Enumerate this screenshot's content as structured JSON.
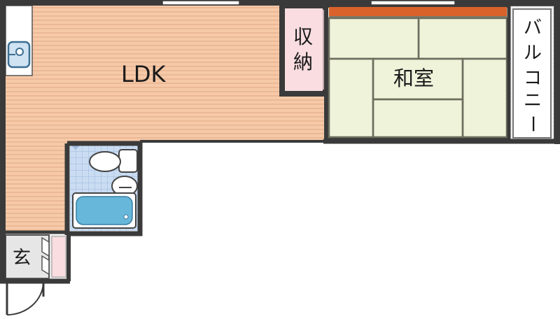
{
  "rooms": {
    "ldk": {
      "label": "LDK"
    },
    "storage": {
      "label_line1": "収",
      "label_line2": "納"
    },
    "washitsu": {
      "label": "和室"
    },
    "balcony": {
      "chars": [
        "バ",
        "ル",
        "コ",
        "ニ",
        "ー"
      ]
    },
    "entrance": {
      "label": "玄"
    }
  },
  "colors": {
    "wall": "#3a3a3a",
    "ldk_floor": "#f6c9a8",
    "ldk_stripe": "#e9b48f",
    "tatami": "#eef3da",
    "tatami_edge": "#7c7c6a",
    "tokonoma_strip": "#d9622b",
    "storage_fill": "#f9dde0",
    "bath_tile": "#c9dcf2",
    "tub": "#66b7d9",
    "balcony_fill": "#eeeeee",
    "entrance_fill": "#e6e6e6"
  }
}
